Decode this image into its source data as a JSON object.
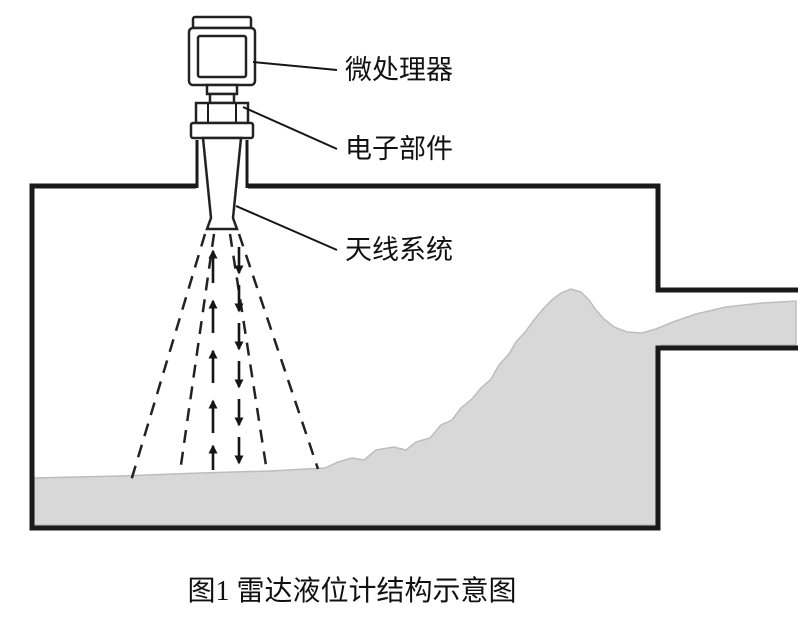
{
  "diagram": {
    "title_caption": "图1  雷达液位计结构示意图",
    "labels": {
      "microprocessor": "微处理器",
      "electronics": "电子部件",
      "antenna": "天线系统"
    },
    "colors": {
      "line": "#1a1a1a",
      "liquid": "#d8d8d8",
      "liquid_edge": "#bdbdbd",
      "background": "#ffffff"
    }
  }
}
